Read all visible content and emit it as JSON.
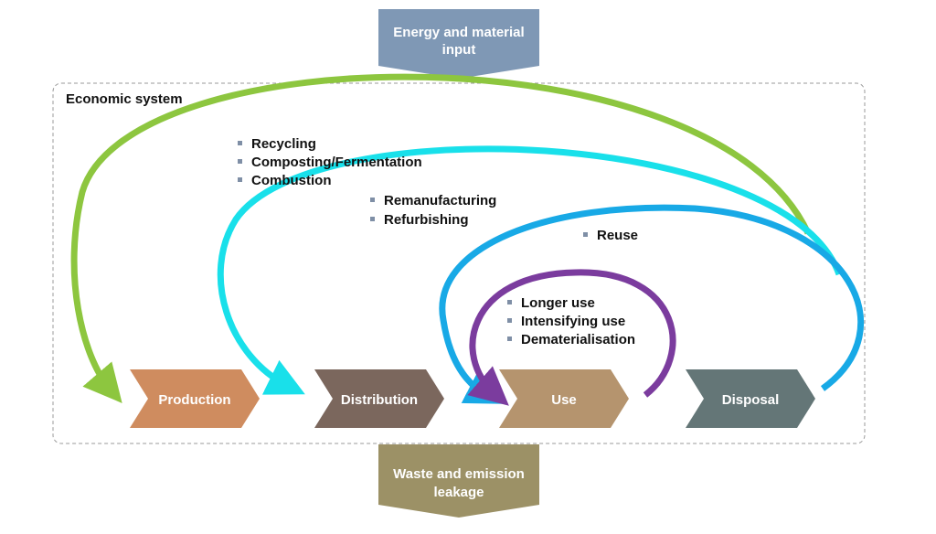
{
  "input_label_lines": [
    "Energy and material",
    "input"
  ],
  "output_label_lines": [
    "Waste and emission",
    "leakage"
  ],
  "system_label": "Economic system",
  "stages": [
    "Production",
    "Distribution",
    "Use",
    "Disposal"
  ],
  "loops": {
    "recycling": [
      "Recycling",
      "Composting/Fermentation",
      "Combustion"
    ],
    "remanufacturing": [
      "Remanufacturing",
      "Refurbishing"
    ],
    "reuse": [
      "Reuse"
    ],
    "use_extension": [
      "Longer use",
      "Intensifying use",
      "Dematerialisation"
    ]
  },
  "colors": {
    "input_arrow": "#7f98b5",
    "output_arrow": "#9c9166",
    "production": "#cf8c5f",
    "distribution": "#7b675d",
    "use": "#b5946e",
    "disposal": "#647677",
    "recycling_loop": "#8dc63f",
    "remanufacturing_loop": "#19e0ea",
    "reuse_loop": "#18a9e6",
    "use_loop": "#7b3c9e",
    "bullet": "#7f8fa6"
  }
}
